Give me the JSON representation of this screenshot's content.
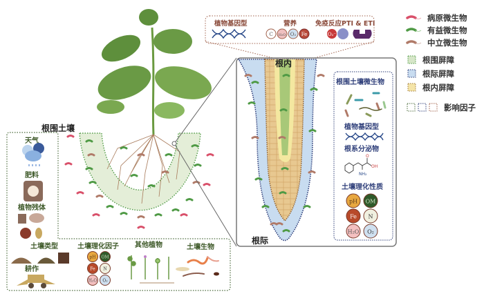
{
  "callout": {
    "genotype": "植物基因型",
    "nutrition": "营养",
    "immunity": "免疫反应PTI & ETI",
    "nutrients": [
      "C",
      "H₂O",
      "O₂",
      "Fe"
    ],
    "ros": "O₂⁻"
  },
  "legend": {
    "pathogen": "病原微生物",
    "beneficial": "有益微生物",
    "neutral": "中立微生物",
    "rhizosphere_barrier": "根围屏障",
    "rhizoplane_barrier": "根际屏障",
    "endosphere_barrier": "根内屏障",
    "factors": "影响因子",
    "colors": {
      "pathogen": "#d9506a",
      "beneficial": "#4f9a45",
      "neutral": "#b07a68",
      "rhizo": "#d6e6c8",
      "plane": "#c8dcf0",
      "endo": "#f4e4a8"
    }
  },
  "zoom": {
    "endosphere": "根内",
    "rhizoplane": "根际",
    "panel": {
      "microbes": "根围土壤微生物",
      "genotype": "植物基因型",
      "exudates": "根系分泌物",
      "soil_props": "土壤理化性质",
      "chem": [
        "pH",
        "OM",
        "Fe",
        "N",
        "H₂O",
        "O₂"
      ],
      "exudate_labels": [
        "O",
        "OH",
        "NH₂"
      ]
    }
  },
  "left": {
    "rhizosphere_soil": "根围土壤",
    "weather": "天气",
    "fertilizer": "肥料",
    "residue": "植物残体",
    "soil_type": "土壤类型",
    "tillage": "耕作",
    "soil_factors": "土壤理化因子",
    "other_plants": "其他植物",
    "soil_biota": "土壤生物",
    "chem": [
      "pH",
      "OM",
      "Fe",
      "N",
      "H₂O",
      "O₂"
    ]
  }
}
